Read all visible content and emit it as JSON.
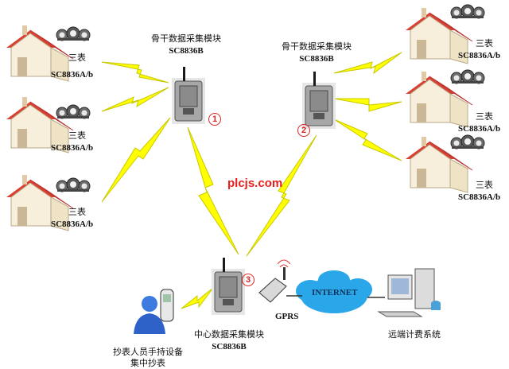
{
  "houses": [
    {
      "meter_label": "三表",
      "model": "SC8836A/b"
    },
    {
      "meter_label": "三表",
      "model": "SC8836A/b"
    },
    {
      "meter_label": "三表",
      "model": "SC8836A/b"
    },
    {
      "meter_label": "三表",
      "model": "SC8836A/b"
    },
    {
      "meter_label": "三表",
      "model": "SC8836A/b"
    },
    {
      "meter_label": "三表",
      "model": "SC8836A/b"
    }
  ],
  "modules": [
    {
      "title": "骨干数据采集模块",
      "model": "SC8836B",
      "badge": "1"
    },
    {
      "title": "骨干数据采集模块",
      "model": "SC8836B",
      "badge": "2"
    },
    {
      "title": "中心数据采集模块",
      "model": "SC8836B",
      "badge": "3"
    }
  ],
  "watermark": "plcjs.com",
  "gprs_label": "GPRS",
  "internet_label": "INTERNET",
  "remote_label": "远端计费系统",
  "reader_label_line1": "抄表人员手持设备",
  "reader_label_line2": "集中抄表",
  "colors": {
    "lightning": "#ffff00",
    "lightning_stroke": "#c8c800",
    "house_wall": "#f6ecd6",
    "roof": "#e23a2a",
    "cloud": "#2aa7e8",
    "badge": "#dd2222",
    "watermark": "#e8201c"
  }
}
